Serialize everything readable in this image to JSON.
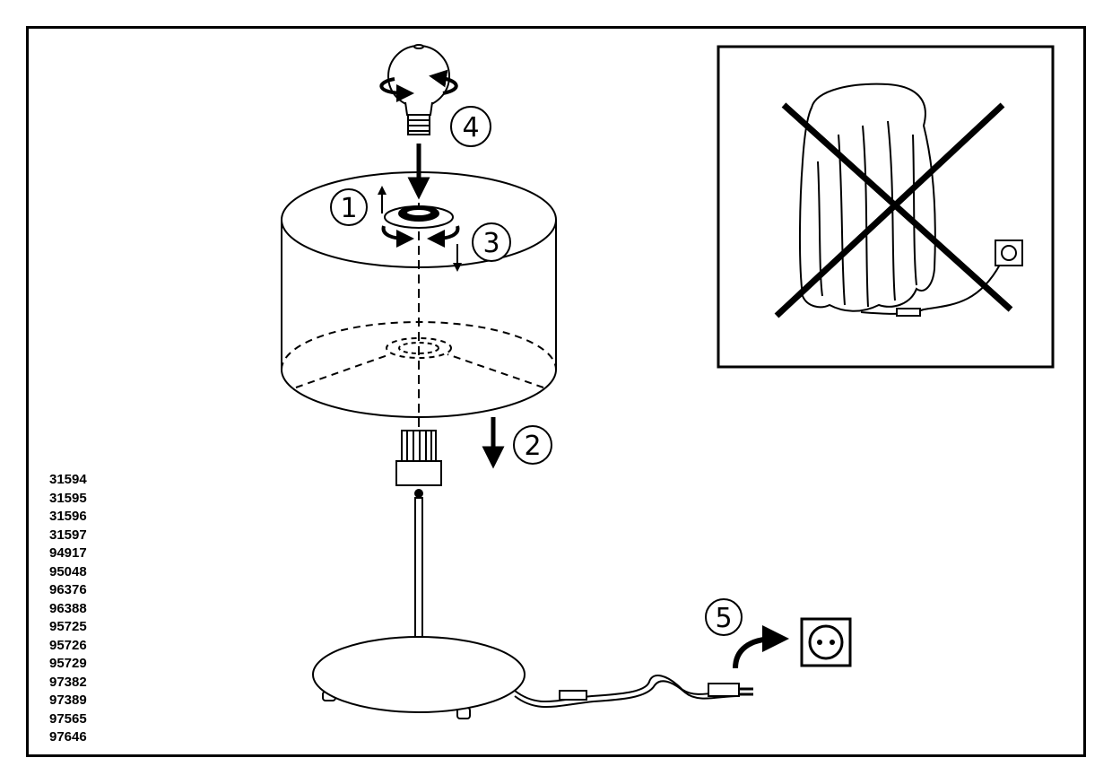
{
  "steps": [
    "1",
    "2",
    "3",
    "4",
    "5"
  ],
  "model_numbers": [
    "31594",
    "31595",
    "31596",
    "31597",
    "94917",
    "95048",
    "96376",
    "96388",
    "95725",
    "95726",
    "95729",
    "97382",
    "97389",
    "97565",
    "97646"
  ],
  "warning_inset": {
    "meaning": "do-not-cover-lamp",
    "icon": "cross-out-icon"
  },
  "colors": {
    "line": "#000000",
    "background": "#ffffff"
  }
}
